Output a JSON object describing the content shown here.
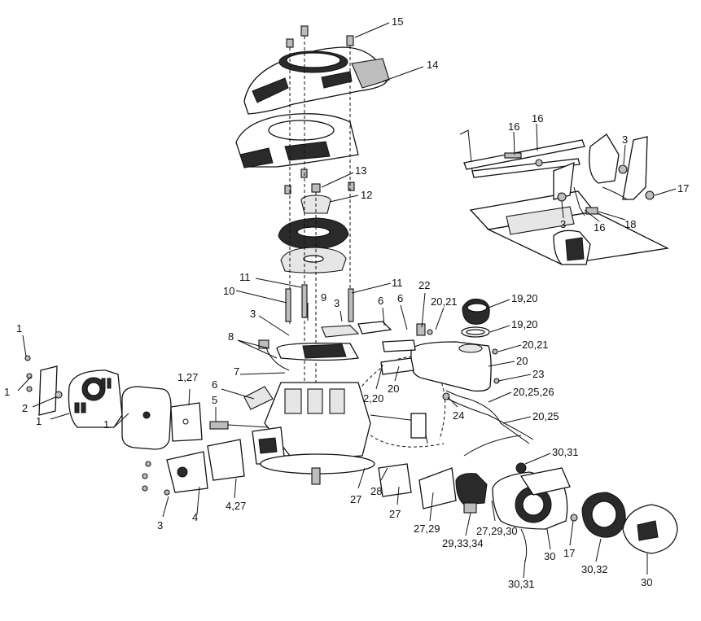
{
  "callouts": [
    {
      "id": "c15",
      "text": "15"
    },
    {
      "id": "c14",
      "text": "14"
    },
    {
      "id": "c13",
      "text": "13"
    },
    {
      "id": "c12",
      "text": "12"
    },
    {
      "id": "c11a",
      "text": "11"
    },
    {
      "id": "c11b",
      "text": "11"
    },
    {
      "id": "c10",
      "text": "10"
    },
    {
      "id": "c9",
      "text": "9"
    },
    {
      "id": "c3a",
      "text": "3"
    },
    {
      "id": "c3b",
      "text": "3"
    },
    {
      "id": "c3c",
      "text": "3"
    },
    {
      "id": "c8",
      "text": "8"
    },
    {
      "id": "c7",
      "text": "7"
    },
    {
      "id": "c6a",
      "text": "6"
    },
    {
      "id": "c6b",
      "text": "6"
    },
    {
      "id": "c6c",
      "text": "6"
    },
    {
      "id": "c5",
      "text": "5"
    },
    {
      "id": "c1a",
      "text": "1"
    },
    {
      "id": "c1b",
      "text": "1"
    },
    {
      "id": "c1c",
      "text": "1"
    },
    {
      "id": "c1d",
      "text": "1"
    },
    {
      "id": "c2",
      "text": "2"
    },
    {
      "id": "c127",
      "text": "1,27"
    },
    {
      "id": "c4",
      "text": "4"
    },
    {
      "id": "c427",
      "text": "4,27"
    },
    {
      "id": "c22",
      "text": "22"
    },
    {
      "id": "c2021a",
      "text": "20,21"
    },
    {
      "id": "c1920a",
      "text": "19,20"
    },
    {
      "id": "c1920b",
      "text": "19,20"
    },
    {
      "id": "c2021b",
      "text": "20,21"
    },
    {
      "id": "c20a",
      "text": "20"
    },
    {
      "id": "c220",
      "text": "2,20"
    },
    {
      "id": "c20b",
      "text": "20"
    },
    {
      "id": "c23",
      "text": "23"
    },
    {
      "id": "c202526",
      "text": "20,25,26"
    },
    {
      "id": "c24",
      "text": "24"
    },
    {
      "id": "c2025",
      "text": "20,25"
    },
    {
      "id": "c27a",
      "text": "27"
    },
    {
      "id": "c28",
      "text": "28"
    },
    {
      "id": "c27b",
      "text": "27"
    },
    {
      "id": "c2729",
      "text": "27,29"
    },
    {
      "id": "c293334",
      "text": "29,33,34"
    },
    {
      "id": "c272930",
      "text": "27,29,30"
    },
    {
      "id": "c3031a",
      "text": "30,31"
    },
    {
      "id": "c30a",
      "text": "30"
    },
    {
      "id": "c17a",
      "text": "17"
    },
    {
      "id": "c3032",
      "text": "30,32"
    },
    {
      "id": "c30b",
      "text": "30"
    },
    {
      "id": "c3031b",
      "text": "30,31"
    },
    {
      "id": "c16a",
      "text": "16"
    },
    {
      "id": "c16b",
      "text": "16"
    },
    {
      "id": "c3d",
      "text": "3"
    },
    {
      "id": "c17b",
      "text": "17"
    },
    {
      "id": "c3e",
      "text": "3"
    },
    {
      "id": "c16c",
      "text": "16"
    },
    {
      "id": "c18",
      "text": "18"
    }
  ]
}
